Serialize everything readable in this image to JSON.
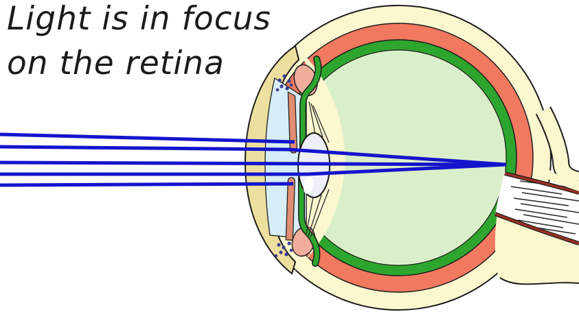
{
  "caption": {
    "line1": "Light is in focus",
    "line2": "on the retina"
  },
  "colors": {
    "background": "#ffffff",
    "caption_text": "#1b1b1b",
    "sclera": "#FBF7CF",
    "cornea": "#EDDF9E",
    "choroid": "#F0795F",
    "retina": "#2EA52E",
    "vitreous": "#D9EFC9",
    "aqueous_humor": "#D7EDF7",
    "iris": "#E28D72",
    "ciliary_body": "#EFAE9C",
    "lens": "#EDEFF9",
    "light_ray": "#1414CC",
    "ciliary_muscle_dots": "#3C3C90",
    "optic_nerve": "#ffffff",
    "optic_nerve_border": "#993023",
    "outline": "#1c1c1c"
  },
  "light_rays": {
    "count": 5,
    "enters_from": "left",
    "converges_on": "retina"
  },
  "parts": [
    "sclera",
    "cornea",
    "choroid",
    "retina",
    "vitreous-body",
    "aqueous-humor",
    "iris",
    "ciliary-body",
    "lens",
    "zonule-fibers",
    "optic-nerve",
    "light-rays"
  ]
}
